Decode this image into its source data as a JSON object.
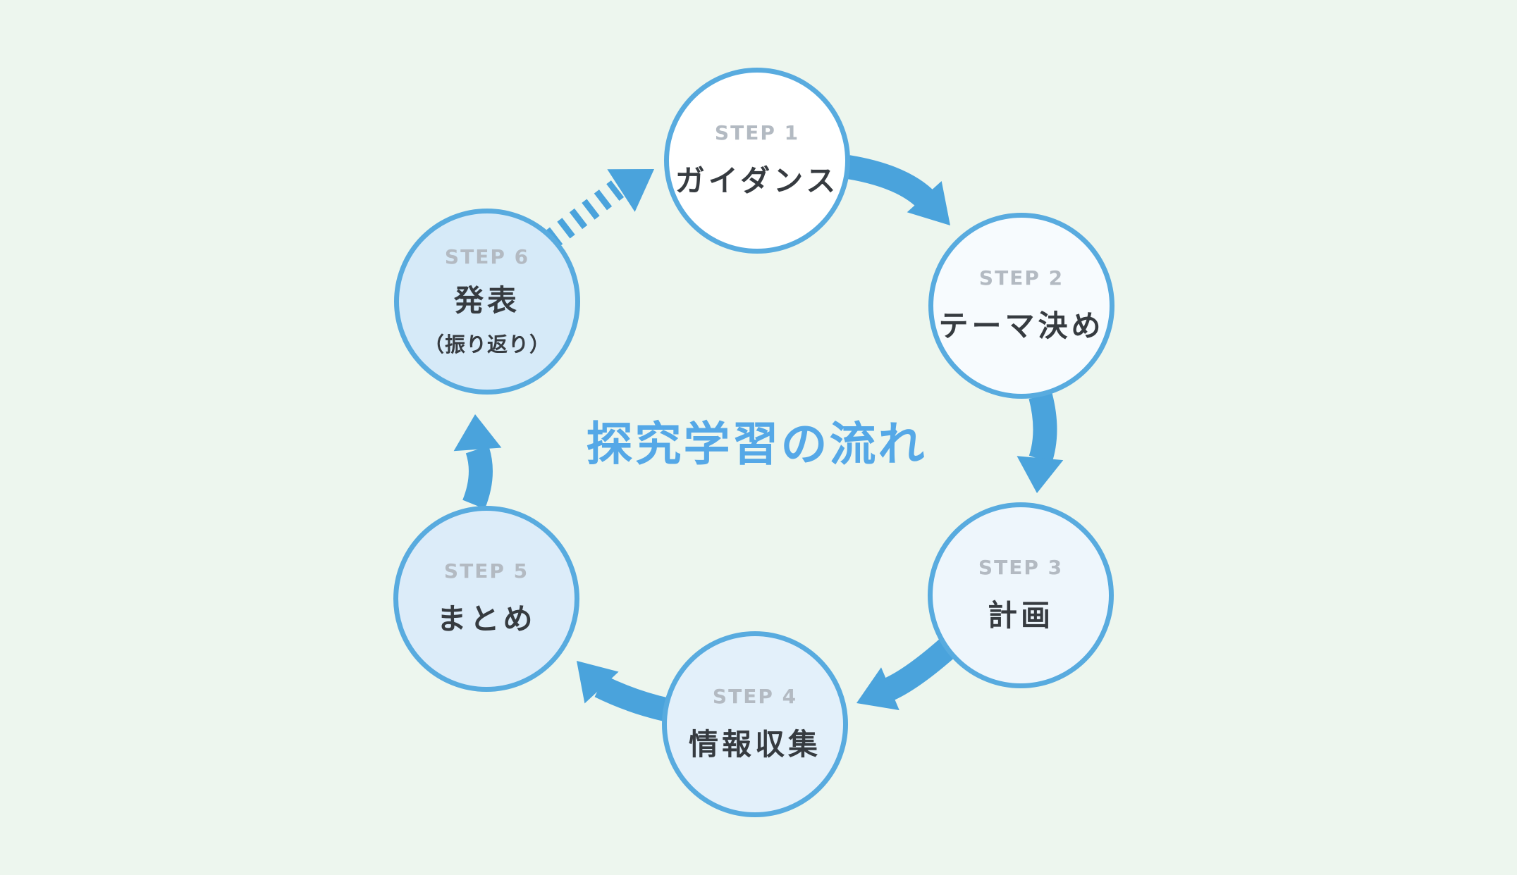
{
  "diagram": {
    "title": {
      "text": "探究学習の流れ"
    },
    "colors": {
      "background": "#edf6ee",
      "circle_border": "#58abdf",
      "arrow": "#4aa3dc",
      "step_label": "#b3bac2",
      "step_title": "#363b40",
      "accent_title": "#55a8e7"
    },
    "steps": [
      {
        "label": "STEP 1",
        "title": "ガイダンス",
        "fill": "#ffffff"
      },
      {
        "label": "STEP 2",
        "title": "テーマ決め",
        "fill": "#f7fbfe"
      },
      {
        "label": "STEP 3",
        "title": "計画",
        "fill": "#eef6fc"
      },
      {
        "label": "STEP 4",
        "title": "情報収集",
        "fill": "#e3f0fa"
      },
      {
        "label": "STEP 5",
        "title": "まとめ",
        "fill": "#dcecf9"
      },
      {
        "label": "STEP 6",
        "title": "発表",
        "subtitle": "（振り返り）",
        "fill": "#d6eaf8"
      }
    ],
    "arrows": [
      {
        "from": "STEP 1",
        "to": "STEP 2",
        "style": "solid"
      },
      {
        "from": "STEP 2",
        "to": "STEP 3",
        "style": "solid"
      },
      {
        "from": "STEP 3",
        "to": "STEP 4",
        "style": "solid"
      },
      {
        "from": "STEP 4",
        "to": "STEP 5",
        "style": "solid"
      },
      {
        "from": "STEP 5",
        "to": "STEP 6",
        "style": "solid"
      },
      {
        "from": "STEP 6",
        "to": "STEP 1",
        "style": "dashed"
      }
    ]
  }
}
